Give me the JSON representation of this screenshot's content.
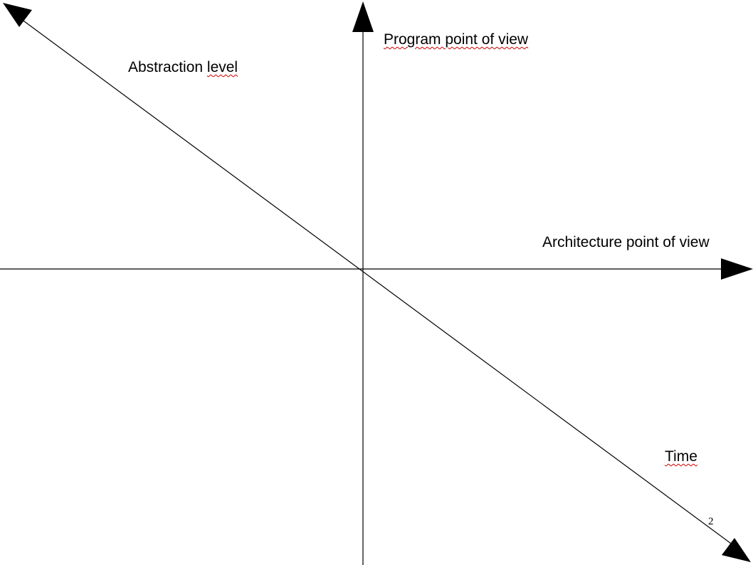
{
  "diagram": {
    "labels": {
      "abstraction": "Abstraction level",
      "program": "Program point of view",
      "architecture": "Architecture point of view",
      "time": "Time"
    },
    "page_number": "2",
    "line_color": "#000000",
    "spellcheck_color": "#cc0000"
  }
}
